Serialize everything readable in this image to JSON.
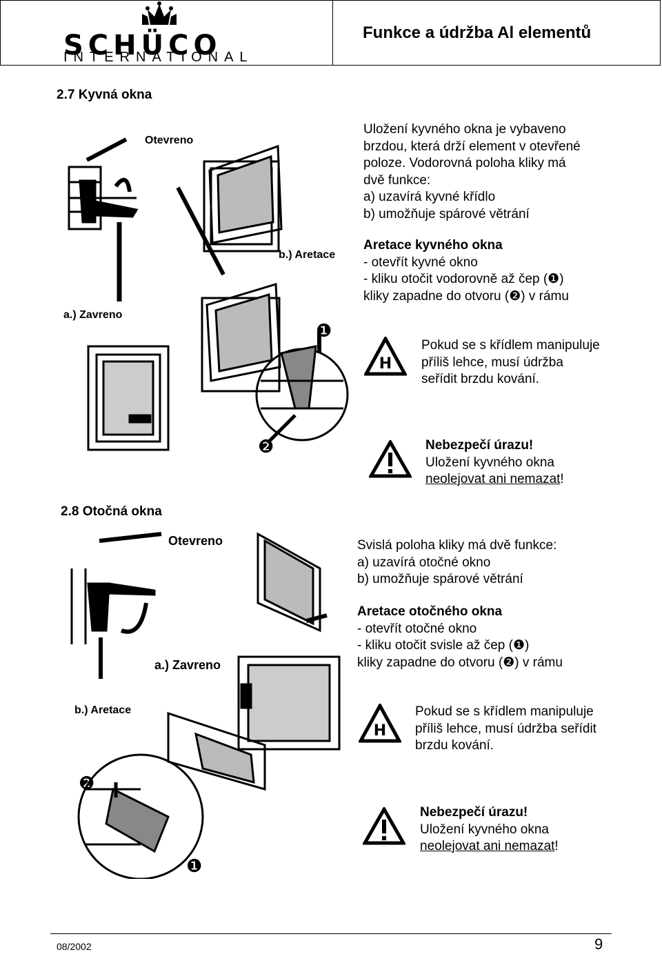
{
  "header": {
    "brand": "SCHÜCO",
    "brand_sub": "INTERNATIONAL",
    "title": "Funkce a údržba Al elementů"
  },
  "section_2_7": {
    "heading": "2.7 Kyvná okna",
    "intro": [
      "Uložení kyvného okna je vybaveno",
      "brzdou, která drží element v otevřené",
      "poloze. Vodorovná  poloha kliky  má",
      "dvě funkce:",
      "a)  uzavírá kyvné křídlo",
      "b)  umožňuje spárové  větrání"
    ],
    "aretace_title": "Aretace kyvného okna",
    "aretace_lines": [
      "- otevřít kyvné okno",
      "- kliku otočit vodorovně  až čep (❶)",
      " kliky zapadne  do otvoru (❷) v rámu"
    ],
    "warning_lines": [
      "Pokud se s křídlem manipuluje",
      "příliš lehce, musí údržba",
      "seřídit brzdu kování."
    ],
    "danger_title": "Nebezpečí úrazu!",
    "danger_line": "Uložení kyvného okna",
    "danger_underlined": "neolejovat ani nemazat",
    "danger_tail": "!",
    "fig_labels": {
      "open": "Otevreno",
      "closed": "a.) Zavreno",
      "locked": "b.) Aretace",
      "one": "❶",
      "two": "❷"
    }
  },
  "section_2_8": {
    "heading": "2.8 Otočná okna",
    "intro": [
      "Svislá poloha kliky má dvě funkce:",
      "a)  uzavírá otočné okno",
      "b)  umožňuje spárové větrání"
    ],
    "aretace_title": "Aretace otočného okna",
    "aretace_lines": [
      "- otevřít otočné okno",
      "- kliku otočit svisle  až čep (❶)",
      " kliky zapadne  do otvoru (❷) v rámu"
    ],
    "warning_lines": [
      "Pokud se s křídlem manipuluje",
      "příliš lehce, musí údržba seřídit",
      "brzdu kování."
    ],
    "danger_title": "Nebezpečí úrazu!",
    "danger_line": "Uložení kyvného okna",
    "danger_underlined": "neolejovat ani nemazat",
    "danger_tail": "!",
    "fig_labels": {
      "open": "Otevreno",
      "closed": "a.) Zavreno",
      "locked": "b.) Aretace",
      "one": "❶",
      "two": "❷"
    }
  },
  "footer": {
    "date": "08/2002",
    "page": "9"
  }
}
